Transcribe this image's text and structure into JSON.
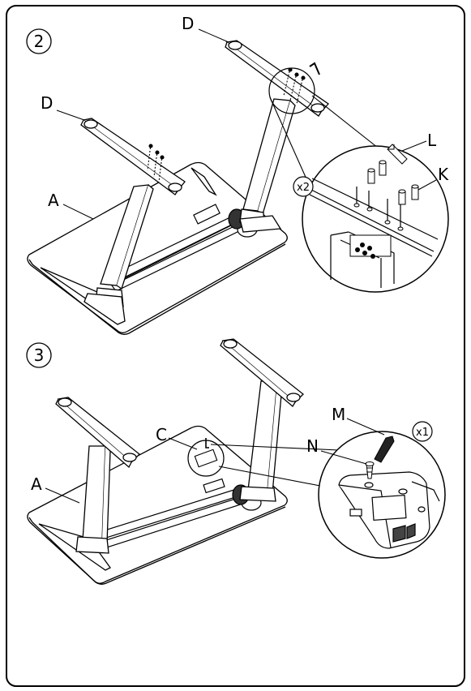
{
  "steps": [
    {
      "number": "2",
      "callouts": {
        "d_left": "D",
        "d_right": "D",
        "a": "A",
        "l": "L",
        "k": "K"
      },
      "quantity": "x2"
    },
    {
      "number": "3",
      "callouts": {
        "a": "A",
        "c": "C",
        "m": "M",
        "n": "N"
      },
      "quantity": "x1"
    }
  ]
}
